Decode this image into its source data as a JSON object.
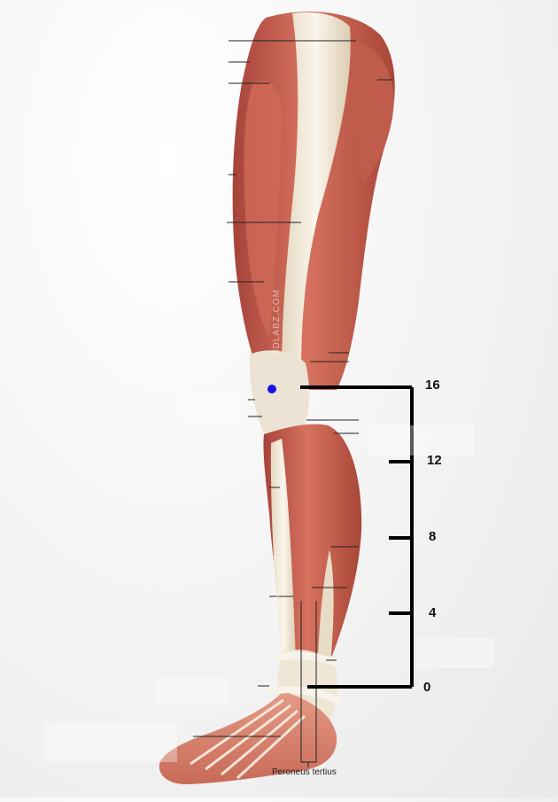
{
  "figure": {
    "watermark": "3DLABZ.COM",
    "label_peroneus": "Peroneus tertius",
    "marker_color": "#1414e6",
    "muscle_color": "#c4574a",
    "tendon_color": "#f1e8d6"
  },
  "scale": {
    "ticks": [
      {
        "label": "16",
        "value": 16
      },
      {
        "label": "12",
        "value": 12
      },
      {
        "label": "8",
        "value": 8
      },
      {
        "label": "4",
        "value": 4
      },
      {
        "label": "0",
        "value": 0
      }
    ]
  }
}
